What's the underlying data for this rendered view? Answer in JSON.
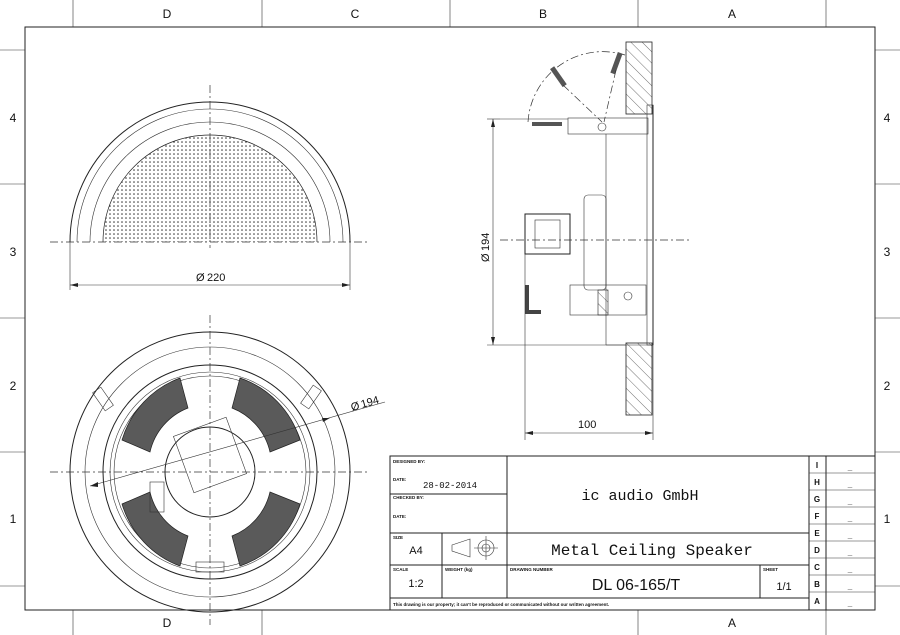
{
  "zones": {
    "columns_top": [
      "D",
      "C",
      "B",
      "A"
    ],
    "columns_bottom": [
      "D",
      "A"
    ],
    "rows": [
      "4",
      "3",
      "2",
      "1"
    ]
  },
  "dimensions": {
    "top_view_diameter": "220",
    "side_view_diameter": "194",
    "bottom_view_diameter": "194",
    "side_view_depth": "100",
    "diameter_symbol": "Ø"
  },
  "title_block": {
    "designed_by_label": "DESIGNED BY:",
    "date_label_1": "DATE:",
    "date_value": "28-02-2014",
    "checked_by_label": "CHECKED BY:",
    "date_label_2": "DATE:",
    "company": "ic audio GmbH",
    "size_label": "SIZE",
    "size_value": "A4",
    "title": "Metal Ceiling Speaker",
    "scale_label": "SCALE",
    "scale_value": "1:2",
    "weight_label": "WEIGHT (kg)",
    "drawing_number_label": "DRAWING NUMBER",
    "drawing_number": "DL 06-165/T",
    "sheet_label": "SHEET",
    "sheet_value": "1/1",
    "note": "This drawing is our property; it can't be reproduced or communicated without our written agreement.",
    "revisions": [
      {
        "letter": "I",
        "value": "_"
      },
      {
        "letter": "H",
        "value": "_"
      },
      {
        "letter": "G",
        "value": "_"
      },
      {
        "letter": "F",
        "value": "_"
      },
      {
        "letter": "E",
        "value": "_"
      },
      {
        "letter": "D",
        "value": "_"
      },
      {
        "letter": "C",
        "value": "_"
      },
      {
        "letter": "B",
        "value": "_"
      },
      {
        "letter": "A",
        "value": "_"
      }
    ]
  }
}
